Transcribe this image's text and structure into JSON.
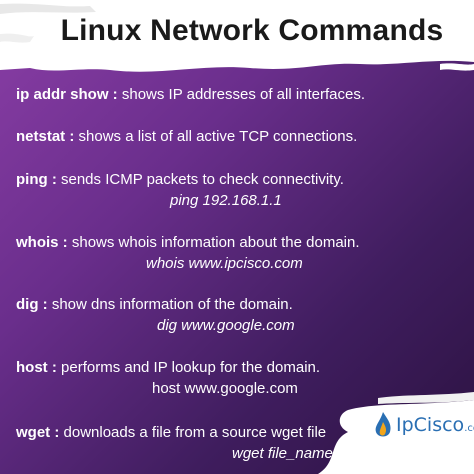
{
  "title": "Linux Network Commands",
  "commands": [
    {
      "name": "ip addr show",
      "sep": " : ",
      "desc": "shows IP addresses of all interfaces.",
      "example": ""
    },
    {
      "name": "netstat",
      "sep": " : ",
      "desc": "shows a list of all active TCP connections.",
      "example": ""
    },
    {
      "name": "ping",
      "sep": " : ",
      "desc": "sends ICMP packets to check connectivity.",
      "example": "ping 192.168.1.1"
    },
    {
      "name": "whois",
      "sep": " : ",
      "desc": "shows whois information about the domain.",
      "example": "whois www.ipcisco.com"
    },
    {
      "name": "dig",
      "sep": " : ",
      "desc": "show dns information of the domain.",
      "example": "dig www.google.com"
    },
    {
      "name": "host",
      "sep": " : ",
      "desc": "performs and IP lookup for the domain.",
      "example": "host www.google.com"
    },
    {
      "name": "wget",
      "sep": " : ",
      "desc": "downloads a file from a source wget file",
      "example": "wget file_name"
    }
  ],
  "logo": {
    "text": "IpCisco",
    "suffix": ".com"
  },
  "colors": {
    "background": "#6a2e8c",
    "brand": "#2a6fb3",
    "text": "#ffffff",
    "title": "#1a1a1a"
  }
}
